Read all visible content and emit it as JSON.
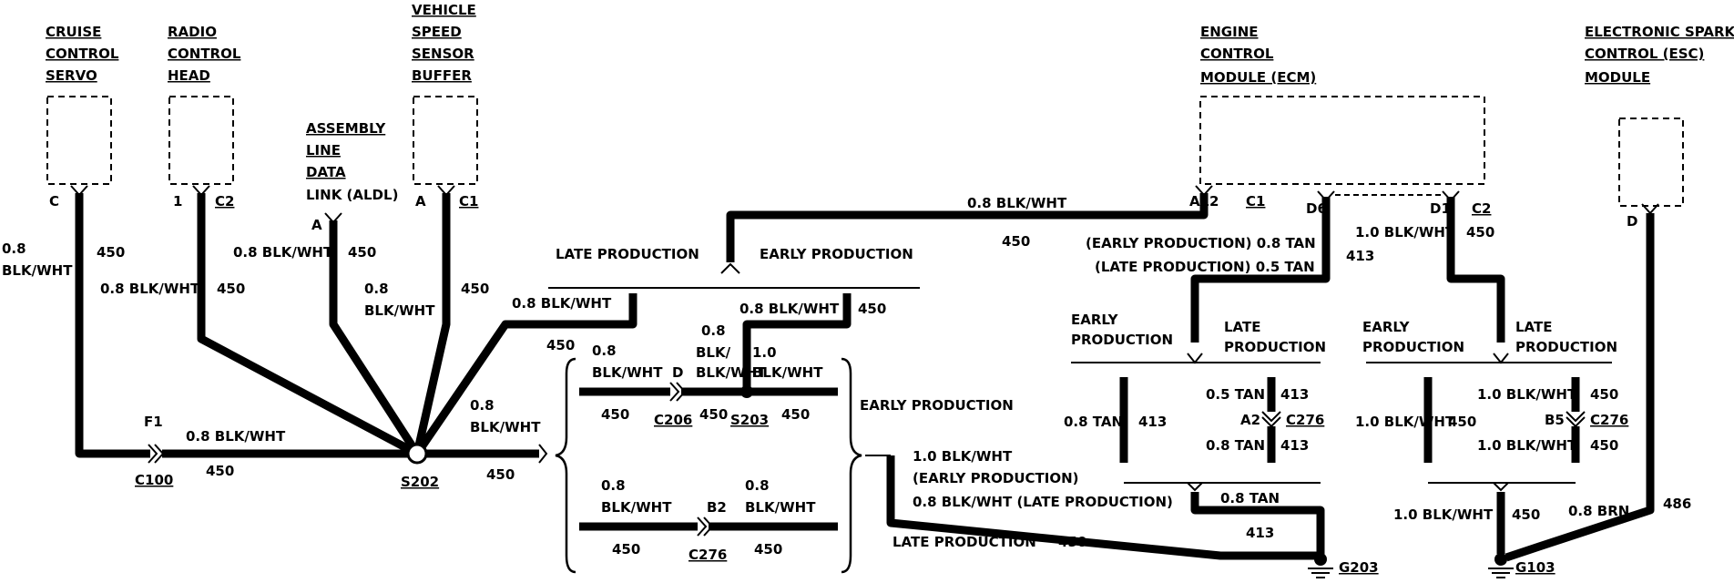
{
  "components": {
    "cruise": [
      "CRUISE",
      "CONTROL",
      "SERVO"
    ],
    "radio": [
      "RADIO",
      "CONTROL",
      "HEAD"
    ],
    "vss": [
      "VEHICLE",
      "SPEED",
      "SENSOR",
      "BUFFER"
    ],
    "aldl": [
      "ASSEMBLY",
      "LINE",
      "DATA",
      "LINK (ALDL)"
    ],
    "ecm": [
      "ENGINE",
      "CONTROL",
      "MODULE (ECM)"
    ],
    "esc": [
      "ELECTRONIC SPARK",
      "CONTROL (ESC)",
      "MODULE"
    ]
  },
  "pins": {
    "cruise_c": "C",
    "radio_1": "1",
    "radio_c2": "C2",
    "aldl_a": "A",
    "vss_a": "A",
    "vss_c1": "C1",
    "ecm_a12": "A12",
    "ecm_c1": "C1",
    "ecm_d6": "D6",
    "ecm_d1": "D1",
    "ecm_c2": "C2",
    "esc_d": "D",
    "f1": "F1",
    "d": "D",
    "b2": "B2",
    "a2": "A2",
    "b5": "B5"
  },
  "wires": {
    "bw": "0.8 BLK/WHT",
    "bw_top": "0.8",
    "bw_bot": "BLK/WHT",
    "bw_slash": "BLK/",
    "w1bw": "1.0 BLK/WHT",
    "w1": "1.0",
    "w1bw2": "BLK/WHT",
    "tan": "0.8 TAN",
    "tan05": "0.5 TAN",
    "brn": "0.8 BRN",
    "c450": "450",
    "c413": "413",
    "c486": "486",
    "early_tan": "(EARLY PRODUCTION) 0.8 TAN",
    "late_tan": "(LATE PRODUCTION) 0.5 TAN",
    "early_bw": "(EARLY PRODUCTION)",
    "late_bw": "0.8 BLK/WHT (LATE PRODUCTION)"
  },
  "connectors": {
    "c100": "C100",
    "s202": "S202",
    "c206": "C206",
    "s203": "S203",
    "c276": "C276",
    "g203": "G203",
    "g103": "G103"
  },
  "notes": {
    "late": "LATE PRODUCTION",
    "early": "EARLY PRODUCTION",
    "early_w": "EARLY",
    "late_w": "LATE",
    "production": "PRODUCTION"
  }
}
